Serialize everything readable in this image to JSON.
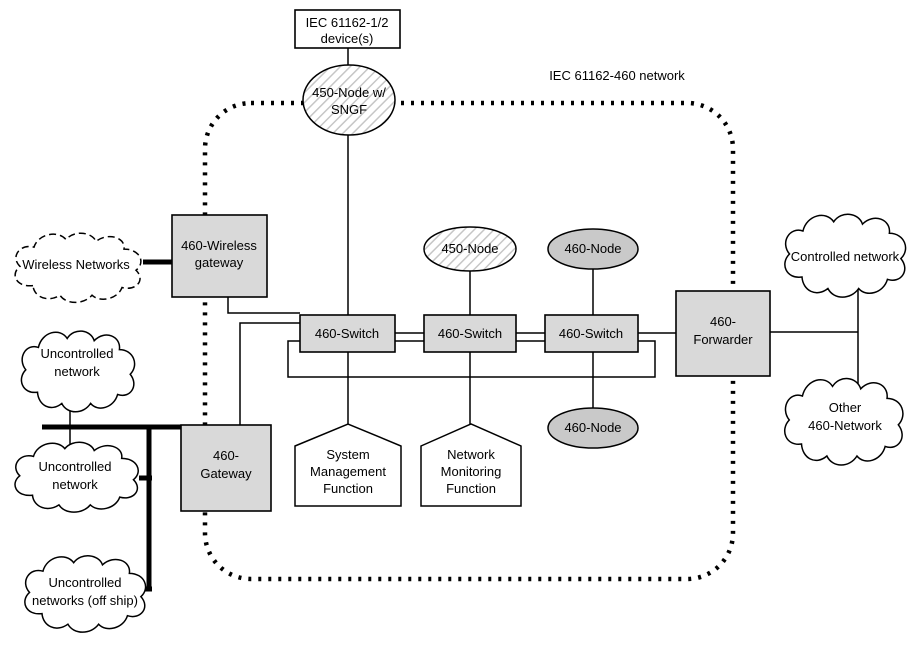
{
  "diagram": {
    "boundary_label": "IEC 61162-460 network",
    "boxes": {
      "device": {
        "l1": "IEC 61162-1/2",
        "l2": "device(s)"
      },
      "wireless_gateway": {
        "l1": "460-Wireless",
        "l2": "gateway"
      },
      "gateway": {
        "l1": "460-",
        "l2": "Gateway"
      },
      "switch1": {
        "l1": "460-Switch"
      },
      "switch2": {
        "l1": "460-Switch"
      },
      "switch3": {
        "l1": "460-Switch"
      },
      "forwarder": {
        "l1": "460-",
        "l2": "Forwarder"
      }
    },
    "nodes": {
      "sngf": {
        "l1": "450-Node w/",
        "l2": "SNGF"
      },
      "node450": {
        "l1": "450-Node"
      },
      "node460_top": {
        "l1": "460-Node"
      },
      "node460_bottom": {
        "l1": "460-Node"
      }
    },
    "functions": {
      "system_management": {
        "l1": "System",
        "l2": "Management",
        "l3": "Function"
      },
      "network_monitoring": {
        "l1": "Network",
        "l2": "Monitoring",
        "l3": "Function"
      }
    },
    "clouds": {
      "wireless": {
        "l1": "Wireless Networks"
      },
      "uncontrolled_a": {
        "l1": "Uncontrolled",
        "l2": "network"
      },
      "uncontrolled_b": {
        "l1": "Uncontrolled",
        "l2": "network"
      },
      "offship": {
        "l1": "Uncontrolled",
        "l2": "networks (off ship)"
      },
      "controlled": {
        "l1": "Controlled network"
      },
      "other": {
        "l1": "Other",
        "l2": "460-Network"
      }
    },
    "colors": {
      "box_fill": "#d9d9d9",
      "node_fill": "#c9c9c9",
      "stroke": "#000000",
      "hatch": "#c6c6c6",
      "background": "#ffffff"
    }
  }
}
